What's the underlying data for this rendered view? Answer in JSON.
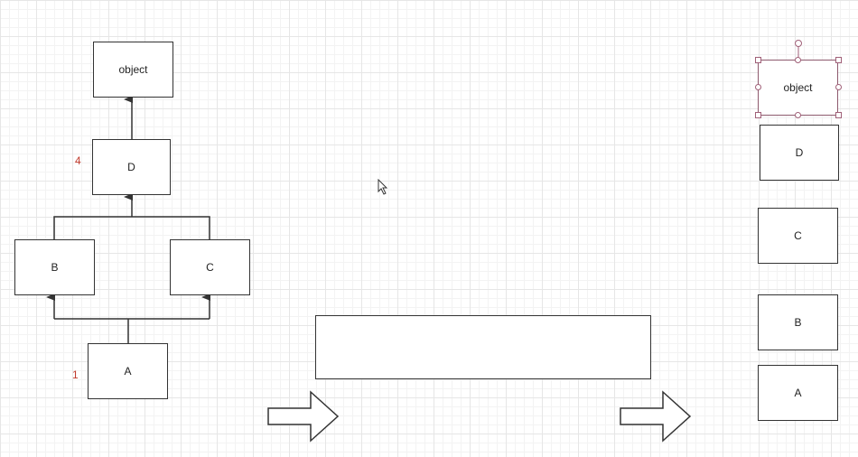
{
  "diagram": {
    "nodes": {
      "object": "object",
      "d": "D",
      "b": "B",
      "c": "C",
      "a": "A"
    },
    "numbers": {
      "top": "4",
      "bottom": "1"
    }
  },
  "stack": {
    "object": "object",
    "d": "D",
    "c": "C",
    "b": "B",
    "a": "A"
  },
  "colors": {
    "line": "#333333",
    "number": "#c0392b",
    "selection": "#a06078"
  }
}
